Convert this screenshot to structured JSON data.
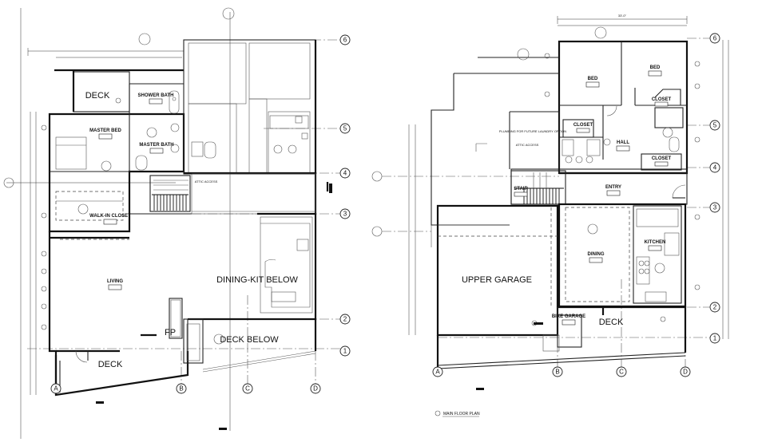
{
  "left_plan": {
    "grid_bubbles": [
      "6",
      "5",
      "4",
      "3",
      "2",
      "1",
      "A",
      "B",
      "C",
      "D"
    ],
    "rooms": {
      "deck_top": "DECK",
      "shower_bath": "SHOWER BATH",
      "master_bed": "MASTER BED",
      "master_bath": "MASTER BATH",
      "walk_in_closet": "WALK-IN CLOSET",
      "living": "LIVING",
      "deck_bottom": "DECK",
      "fp": "FP"
    },
    "annotations": {
      "dining_kit_below": "DINING-KIT BELOW",
      "deck_below": "DECK BELOW",
      "attic_access": "ATTIC ACCESS"
    }
  },
  "right_plan": {
    "grid_bubbles": [
      "6",
      "5",
      "4",
      "3",
      "2",
      "1",
      "A",
      "B",
      "C",
      "D"
    ],
    "rooms": {
      "bed_left": "BED",
      "bed_right": "BED",
      "closet_a": "CLOSET",
      "closet_b": "CLOSET",
      "closet_c": "CLOSET",
      "hall": "HALL",
      "entry": "ENTRY",
      "stair": "STAIR",
      "dining": "DINING",
      "kitchen": "KITCHEN",
      "upper_garage": "UPPER GARAGE",
      "deck": "DECK",
      "bike_garage": "BIKE GARAGE"
    },
    "annotations": {
      "plumbing_note": "PLUMBING FOR FUTURE LAUNDRY OPTION",
      "attic_access": "ATTIC ACCESS",
      "dim_top": "33'-0\"",
      "drawing_title": "MAIN FLOOR PLAN"
    }
  }
}
